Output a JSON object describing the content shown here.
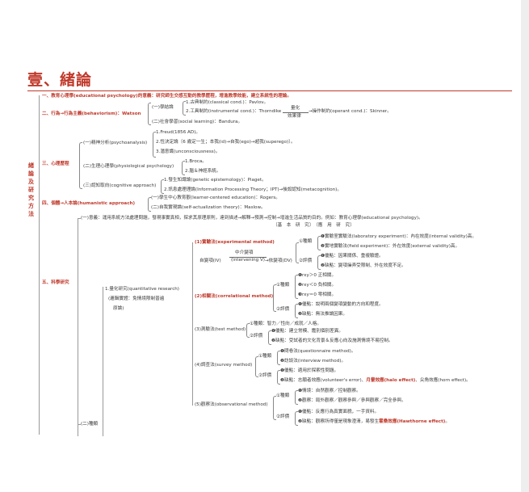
{
  "title": "壹、緒論",
  "side_label": "緒論及研究方法",
  "s1": {
    "label": "一、教育心理學(educational psychology)的意義：研究師生交感互動的教學歷程，增進教學效能，建立系統性的理論。"
  },
  "s2": {
    "label": "二、行為→行為主義(behaviorism)：Watson",
    "learning": "(一)學結論",
    "items": [
      "1.古典制約(classical cond.)：Pavlov。",
      "2.工具制約(instrumental cond.)：Thorndike"
    ],
    "arrow_top": "量化",
    "arrow_bottom": "效果律",
    "operant": "→操作制約(operant cond.)：Skinner。",
    "social": "(二)社會學習(social learning)：Bandura。"
  },
  "s3": {
    "label": "三、心理歷程",
    "psycho": "(一)精神分析(psychoanalysis)",
    "psycho_items": [
      "1.Freud(1856 AD)。",
      "2.性決定論〔6 歲定一生；本我(id)→自我(ego)→超我(superego)〕。",
      "3.潛意識(unconsciousness)。"
    ],
    "physio": "(二)生理心理學(physiological psychology)",
    "physio_items": [
      "1.Broca。",
      "2.腦＆神經系統。"
    ],
    "cog": "(三)認知取向(cognitive approach)",
    "cog_items": [
      "1.發生知識論(genetic epistemology)：Piaget。",
      "2.訊息處理理論(Information Processing Theory；IPT)→後設認知(metacognition)。"
    ]
  },
  "s4": {
    "label": "四、個體→人本論(humanistic approach)",
    "items": [
      "(一)學生中心教育觀(learner-centered education)：Rogers。",
      "(二)自我實現論(self-actualization theory)：Maslow。"
    ]
  },
  "s5": {
    "label": "五、科學研究",
    "meaning": "(一)意義：運用系統方法處理問題，發現事實真相，探求其原理原則，達到描述→解釋→預測→控制→增進生活品質的目的。例如：教育心理學(educational psychology)。",
    "basic": "〔基　本　研　究〕　〔應　用　研　究〕",
    "kinds": "(二)種類",
    "quant": "1.量化研究(quantitative research)",
    "quant_note1": "(邏輯實證：免情境限制普遍",
    "quant_note2": "原論)",
    "exp": {
      "name": "(1)實驗法(experimental method)",
      "iv": "自變項(IV)",
      "mid_top": "中介變項",
      "mid_bottom": "(intervening V)",
      "dv": "→依變項(DV)",
      "kind": "①種類",
      "kind_items": [
        "❶實驗室實驗法(laboratory experiment)：內在效度(internal validity)高。",
        "❷實地實驗法(field experiment)：外在效度(external validity)高。"
      ],
      "eval": "②評價",
      "eval_items": [
        "❶優點：因果關係、重複驗證。",
        "❷缺點：變項操弄受限制、外在效度不足。"
      ]
    },
    "cor": {
      "name": "(2)相關法(correlational method)",
      "kind": "①種類",
      "kind_items": [
        "❶rxy＞0 正相關。",
        "❷rxy＜0 負相關。",
        "❸rxy＝0 零相關。"
      ],
      "eval": "②評價",
      "eval_items": [
        "❶優點：說明兩個變項變動的方向和程度。",
        "❷缺點：無法推論因果。"
      ]
    },
    "test": {
      "name": "(3)測驗法(test method)",
      "kind": "①種類：智力／性向／成就／人格。",
      "eval": "②評價",
      "eval_items": [
        "❶優點：建立常模、鑑別個別差異。",
        "❷缺點：受試者的文化背景＆反應心向及施測情境不易控制。"
      ]
    },
    "survey": {
      "name": "(4)調查法(survey method)",
      "kind": "①種類",
      "kind_items": [
        "❶問卷法(questionnaire method)。",
        "❷訪談法(interview method)。"
      ],
      "eval": "②評價",
      "eval_items": [
        "❶優點：適用於探索性問題。",
        "❷缺點：志願者效應(volunteer's error)、"
      ],
      "halo": "月暈效應(halo effect)",
      "horn": "、尖角效應(horn effect)。"
    },
    "obs": {
      "name": "(5)觀察法(observational method)",
      "kind": "①種類",
      "kind_items": [
        "❶情境：自然觀察／控制觀察。",
        "❷觀察：局外觀察／觀察參與／參與觀察／完全參與。"
      ],
      "eval": "②評價",
      "eval_items": [
        "❶優點：反應行為真實面貌，一手資料。"
      ],
      "con_pre": "❷缺點：觀察所得僅是現象澄清，易發生",
      "hawthorne": "霍桑效應(Hawthorne effect)",
      "con_post": "。"
    }
  },
  "colors": {
    "accent": "#c0392b",
    "text": "#3a3a3a"
  }
}
